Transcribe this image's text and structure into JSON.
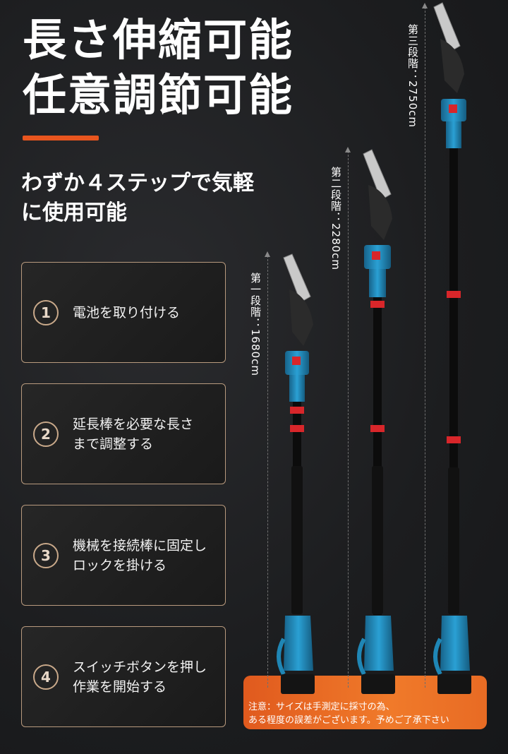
{
  "title": {
    "line1": "長さ伸縮可能",
    "line2": "任意調節可能"
  },
  "subtitle": {
    "line1": "わずか４ステップで気軽",
    "line2": "に使用可能"
  },
  "steps": [
    {
      "number": "1",
      "lines": [
        "電池を取り付ける"
      ]
    },
    {
      "number": "2",
      "lines": [
        "延長棒を必要な長さ",
        "まで調整する"
      ]
    },
    {
      "number": "3",
      "lines": [
        "機械を接続棒に固定し",
        "ロックを掛ける"
      ]
    },
    {
      "number": "4",
      "lines": [
        "スイッチボタンを押し",
        "作業を開始する"
      ]
    }
  ],
  "stages": [
    {
      "label": "第一段階：1680cm"
    },
    {
      "label": "第二段階：2280cm"
    },
    {
      "label": "第三段階：2750cm"
    }
  ],
  "note": {
    "line1": "注意：サイズは手測定に採寸の為、",
    "line2": "ある程度の誤差がございます。予めご了承下さい"
  },
  "colors": {
    "accent": "#e8551e",
    "tool_blue": "#1f86b5",
    "lock_red": "#d8262a",
    "step_border": "#b89a7e"
  }
}
